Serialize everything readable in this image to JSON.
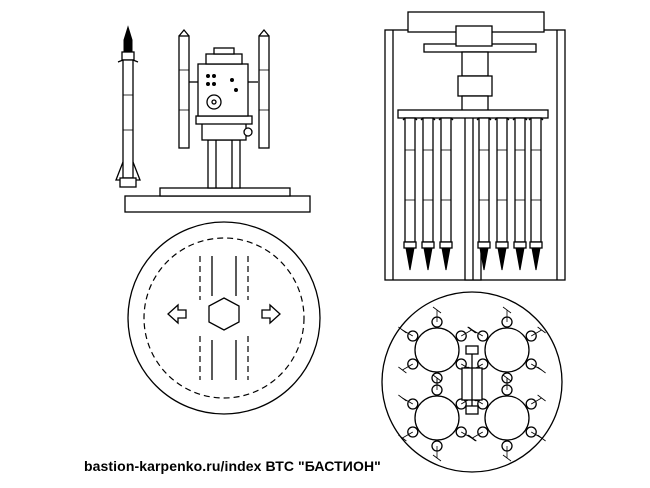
{
  "caption": "bastion-karpenko.ru/index ВТС \"БАСТИОН\"",
  "figures": [
    {
      "id": "single-missile"
    },
    {
      "id": "launcher-side-view"
    },
    {
      "id": "launcher-top-view"
    },
    {
      "id": "ship-installation-side-view"
    },
    {
      "id": "ship-installation-plan-view"
    }
  ],
  "colors": {
    "line": "#000000",
    "background": "#ffffff"
  }
}
